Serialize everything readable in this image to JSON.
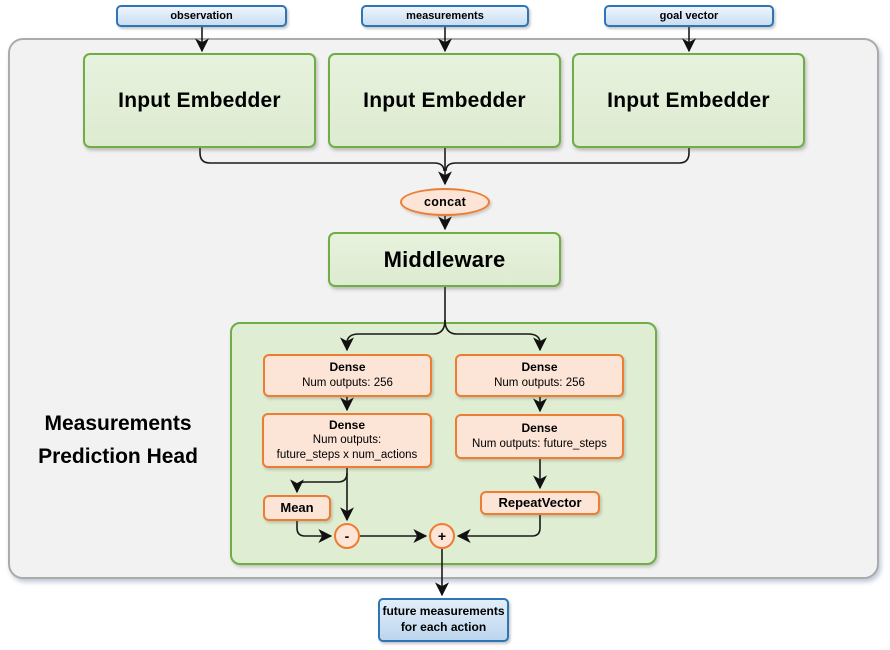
{
  "diagram": {
    "inputs": [
      {
        "label": "observation"
      },
      {
        "label": "measurements"
      },
      {
        "label": "goal vector"
      }
    ],
    "embedders": [
      {
        "label": "Input Embedder"
      },
      {
        "label": "Input Embedder"
      },
      {
        "label": "Input Embedder"
      }
    ],
    "concat_label": "concat",
    "middleware_label": "Middleware",
    "head": {
      "label_line1": "Measurements",
      "label_line2": "Prediction Head",
      "dense_l1_title": "Dense",
      "dense_l1_sub": "Num outputs: 256",
      "dense_r1_title": "Dense",
      "dense_r1_sub": "Num outputs: 256",
      "dense_l2_title": "Dense",
      "dense_l2_sub1": "Num outputs:",
      "dense_l2_sub2": "future_steps x num_actions",
      "dense_r2_title": "Dense",
      "dense_r2_sub": "Num outputs: future_steps",
      "mean_label": "Mean",
      "repeat_label": "RepeatVector",
      "minus_label": "-",
      "plus_label": "+"
    },
    "output": {
      "line1": "future measurements",
      "line2": "for each action"
    },
    "colors": {
      "blue_border": "#2E75B6",
      "blue_fill": "#D9E8F6",
      "green_border": "#70AD47",
      "green_fill": "#E2EFD9",
      "head_container_fill": "#DFEDD2",
      "orange_border": "#ED7D31",
      "orange_fill": "#FCE4D6",
      "outer_container_fill": "#F2F2F2",
      "line": "#1A1A1A"
    }
  }
}
